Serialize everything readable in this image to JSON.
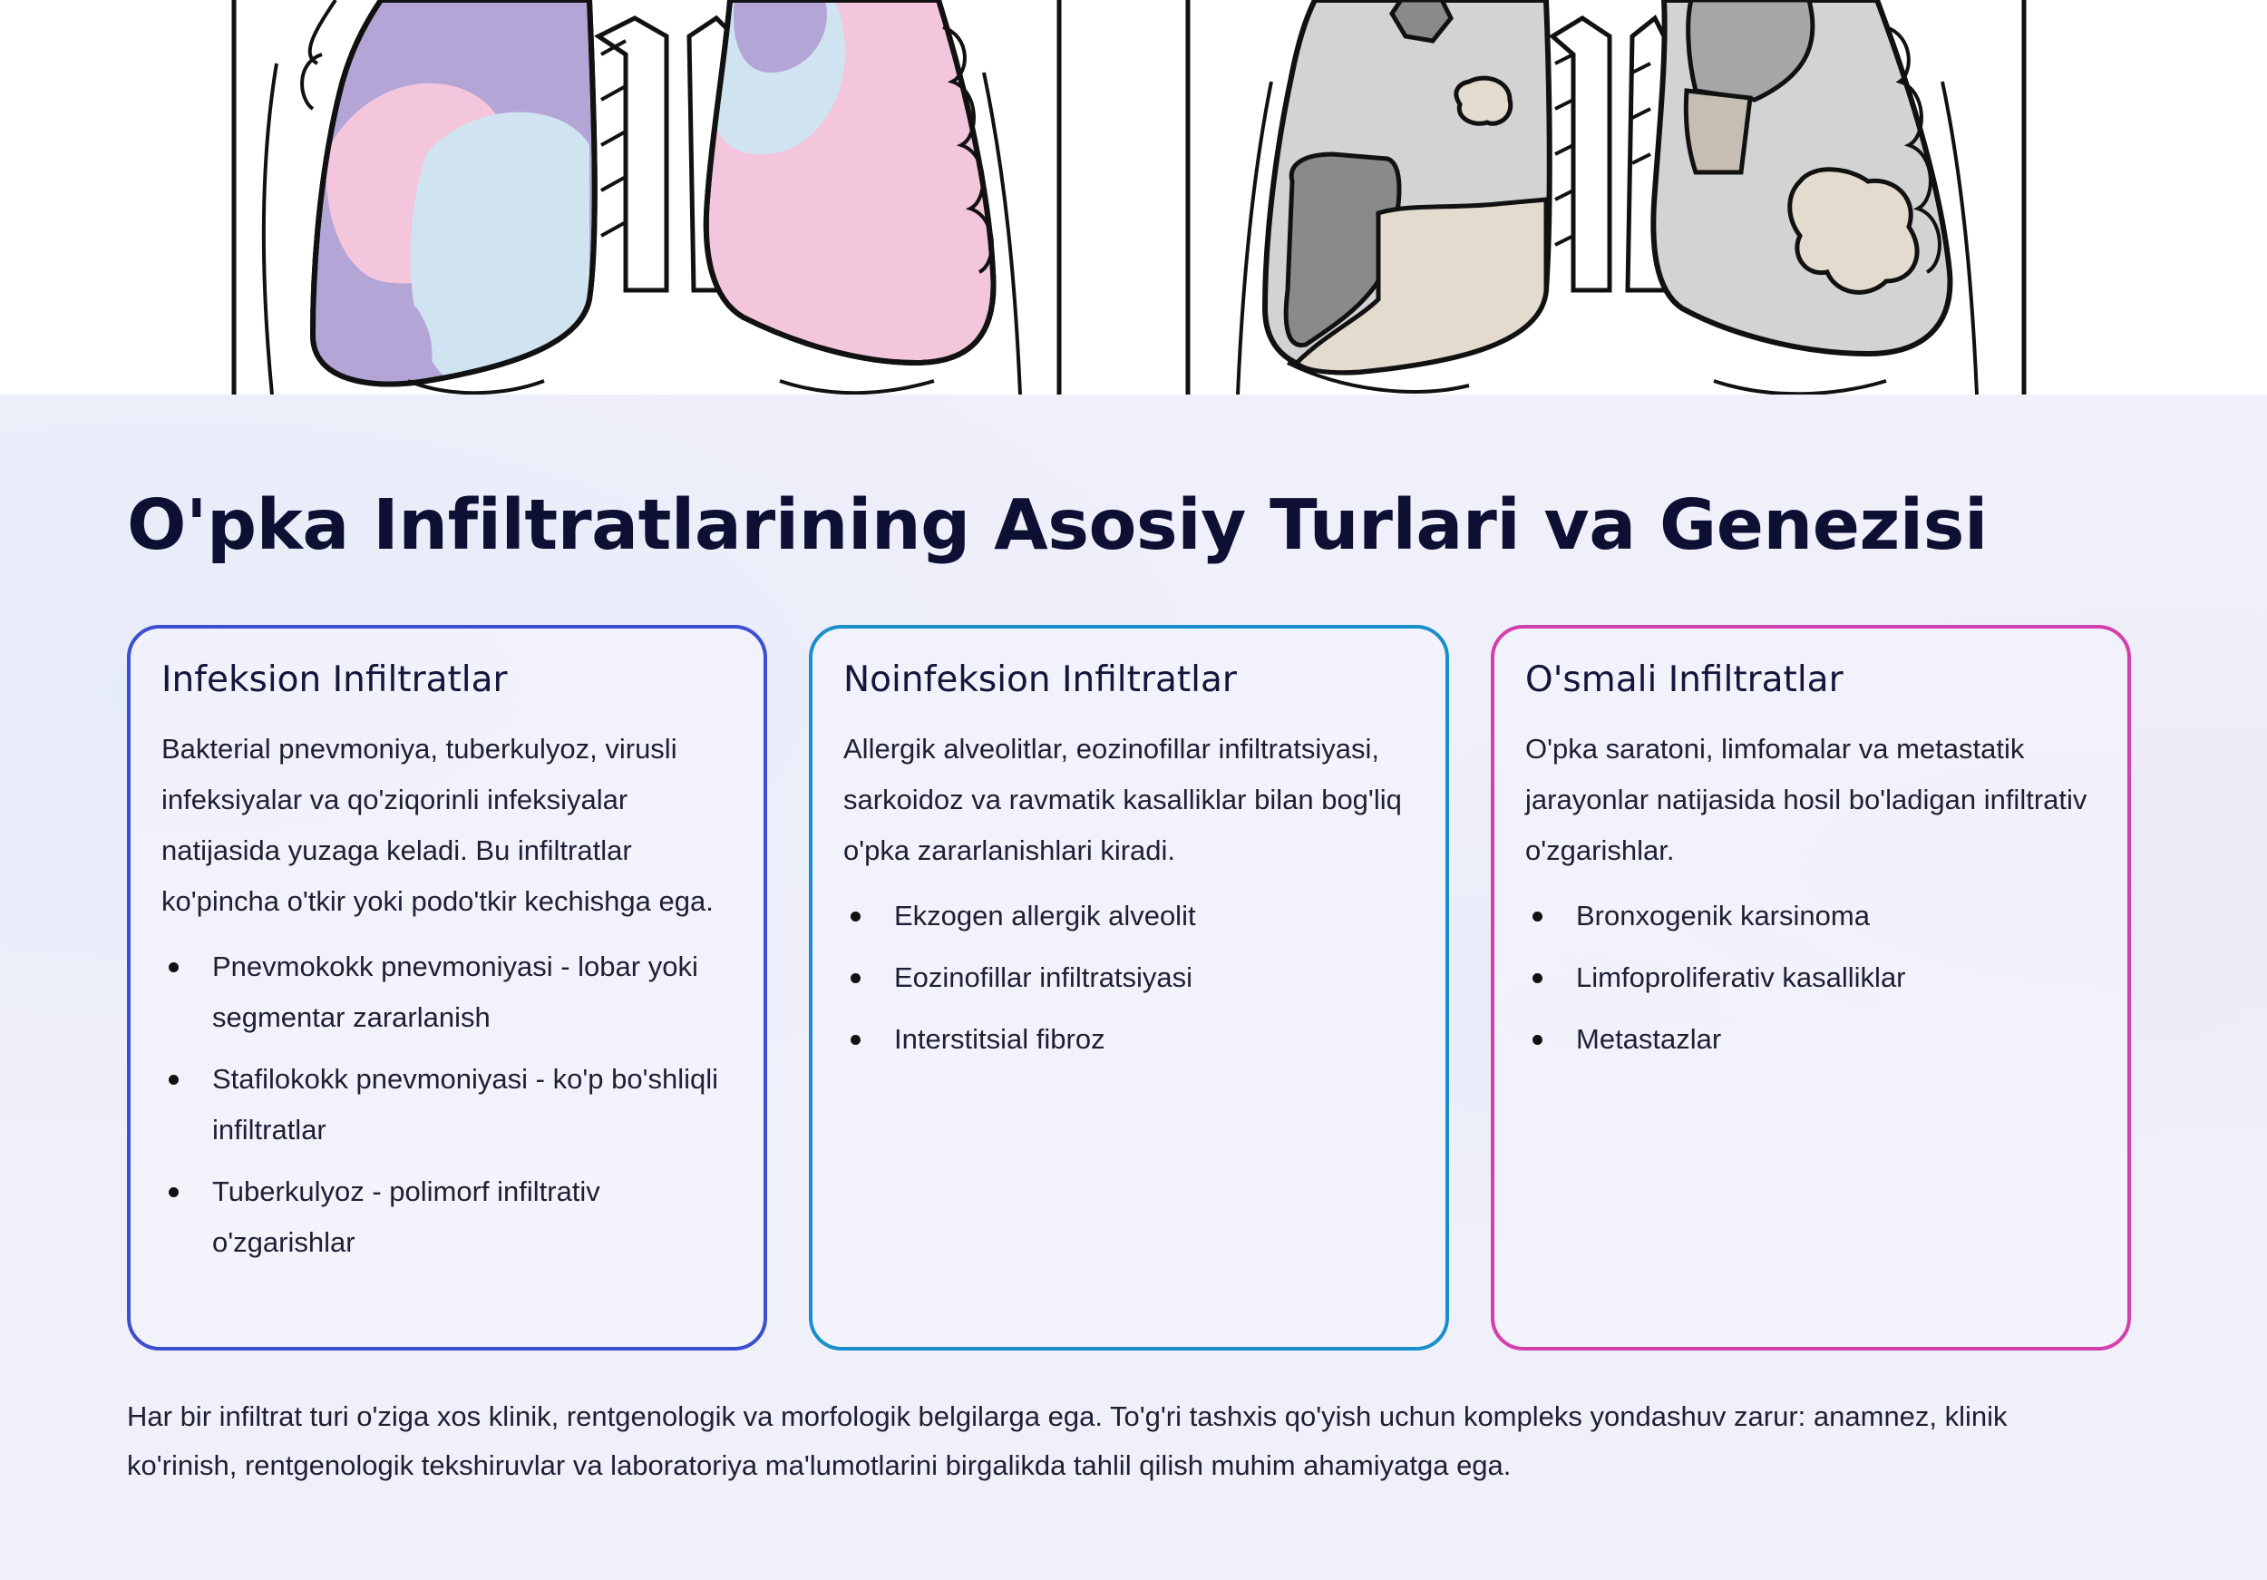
{
  "heading": "O'pka Infiltratlarining Asosiy Turlari va Genezisi",
  "cards": [
    {
      "title": "Infeksion Infiltratlar",
      "description": "Bakterial pnevmoniya, tuberkulyoz, virusli infeksiyalar va qo'ziqorinli infeksiyalar natijasida yuzaga keladi. Bu infiltratlar ko'pincha o'tkir yoki podo'tkir kechishga ega.",
      "items": [
        "Pnevmokokk pnevmoniyasi - lobar yoki segmentar zararlanish",
        "Stafilokokk pnevmoniyasi - ko'p bo'shliqli infiltratlar",
        "Tuberkulyoz - polimorf infiltrativ o'zgarishlar"
      ],
      "border_color": "#3b4fd0"
    },
    {
      "title": "Noinfeksion Infiltratlar",
      "description": "Allergik alveolitlar, eozinofillar infiltratsiyasi, sarkoidoz va ravmatik kasalliklar bilan bog'liq o'pka zararlanishlari kiradi.",
      "items": [
        "Ekzogen allergik alveolit",
        "Eozinofillar infiltratsiyasi",
        "Interstitsial fibroz"
      ],
      "border_color": "#1a8fcb"
    },
    {
      "title": "O'smali Infiltratlar",
      "description": "O'pka saratoni, limfomalar va metastatik jarayonlar natijasida hosil bo'ladigan infiltrativ o'zgarishlar.",
      "items": [
        "Bronxogenik karsinoma",
        "Limfoproliferativ kasalliklar",
        "Metastazlar"
      ],
      "border_color": "#d43fae"
    }
  ],
  "summary": "Har bir infiltrat turi o'ziga xos klinik, rentgenologik va morfologik belgilarga ega. To'g'ri tashxis qo'yish uchun kompleks yondashuv zarur: anamnez, klinik ko'rinish, rentgenologik tekshiruvlar va laboratoriya ma'lumotlarini birgalikda tahlil qilish muhim ahamiyatga ega.",
  "illustration": {
    "left_panel": "lungs-infection-icon",
    "right_panel": "lungs-tumor-icon",
    "colors": {
      "purple": "#b3a6d6",
      "pink": "#f3c6dc",
      "light_blue": "#cfe4f0",
      "gray": "#d3d3d3",
      "dark_gray": "#8a8a8a",
      "beige": "#e2dbce"
    }
  }
}
